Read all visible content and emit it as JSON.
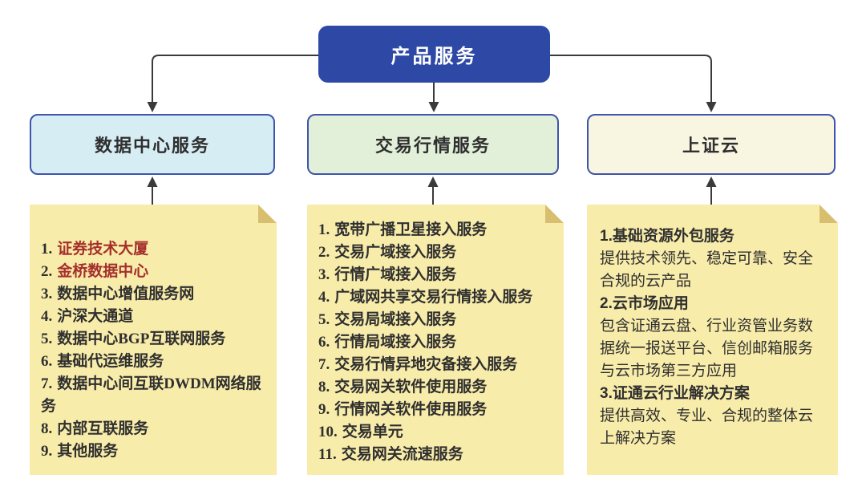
{
  "root": {
    "title": "产品服务"
  },
  "branches": [
    {
      "title": "数据中心服务",
      "items": [
        {
          "num": "1.",
          "text": "证券技术大厦",
          "highlight": true
        },
        {
          "num": "2.",
          "text": "金桥数据中心",
          "highlight": true
        },
        {
          "num": "3.",
          "text": "数据中心增值服务网",
          "highlight": false
        },
        {
          "num": "4.",
          "text": "沪深大通道",
          "highlight": false
        },
        {
          "num": "5.",
          "text": "数据中心BGP互联网服务",
          "highlight": false
        },
        {
          "num": "6.",
          "text": "基础代运维服务",
          "highlight": false
        },
        {
          "num": "7.",
          "text": "数据中心间互联DWDM网络服务",
          "highlight": false
        },
        {
          "num": "8.",
          "text": "内部互联服务",
          "highlight": false
        },
        {
          "num": "9.",
          "text": "其他服务",
          "highlight": false
        }
      ]
    },
    {
      "title": "交易行情服务",
      "items": [
        {
          "num": "1.",
          "text": "宽带广播卫星接入服务"
        },
        {
          "num": "2.",
          "text": "交易广域接入服务"
        },
        {
          "num": "3.",
          "text": "行情广域接入服务"
        },
        {
          "num": "4.",
          "text": "广域网共享交易行情接入服务"
        },
        {
          "num": "5.",
          "text": "交易局域接入服务"
        },
        {
          "num": "6.",
          "text": "行情局域接入服务"
        },
        {
          "num": "7.",
          "text": "交易行情异地灾备接入服务"
        },
        {
          "num": "8.",
          "text": "交易网关软件使用服务"
        },
        {
          "num": "9.",
          "text": "行情网关软件使用服务"
        },
        {
          "num": "10.",
          "text": "交易单元"
        },
        {
          "num": "11.",
          "text": "交易网关流速服务"
        }
      ]
    },
    {
      "title": "上证云",
      "sections": [
        {
          "heading": "1.基础资源外包服务",
          "body": "提供技术领先、稳定可靠、安全合规的云产品"
        },
        {
          "heading": "2.云市场应用",
          "body": "包含证通云盘、行业资管业务数据统一报送平台、信创邮箱服务与云市场第三方应用"
        },
        {
          "heading": "3.证通云行业解决方案",
          "body": "提供高效、专业、合规的整体云上解决方案"
        }
      ]
    }
  ],
  "colors": {
    "root_fill": "#2d48a5",
    "branch_border": "#3f54ac",
    "branch1_fill": "#d7edf4",
    "branch2_fill": "#e2f0da",
    "branch3_fill": "#f8f5e1",
    "note_fill": "#f8ecaa",
    "fold_fill": "#d8bf6f",
    "line_color": "#3a3a3a",
    "text_dark": "#2f2f2f",
    "highlight_red": "#a52f2b"
  }
}
